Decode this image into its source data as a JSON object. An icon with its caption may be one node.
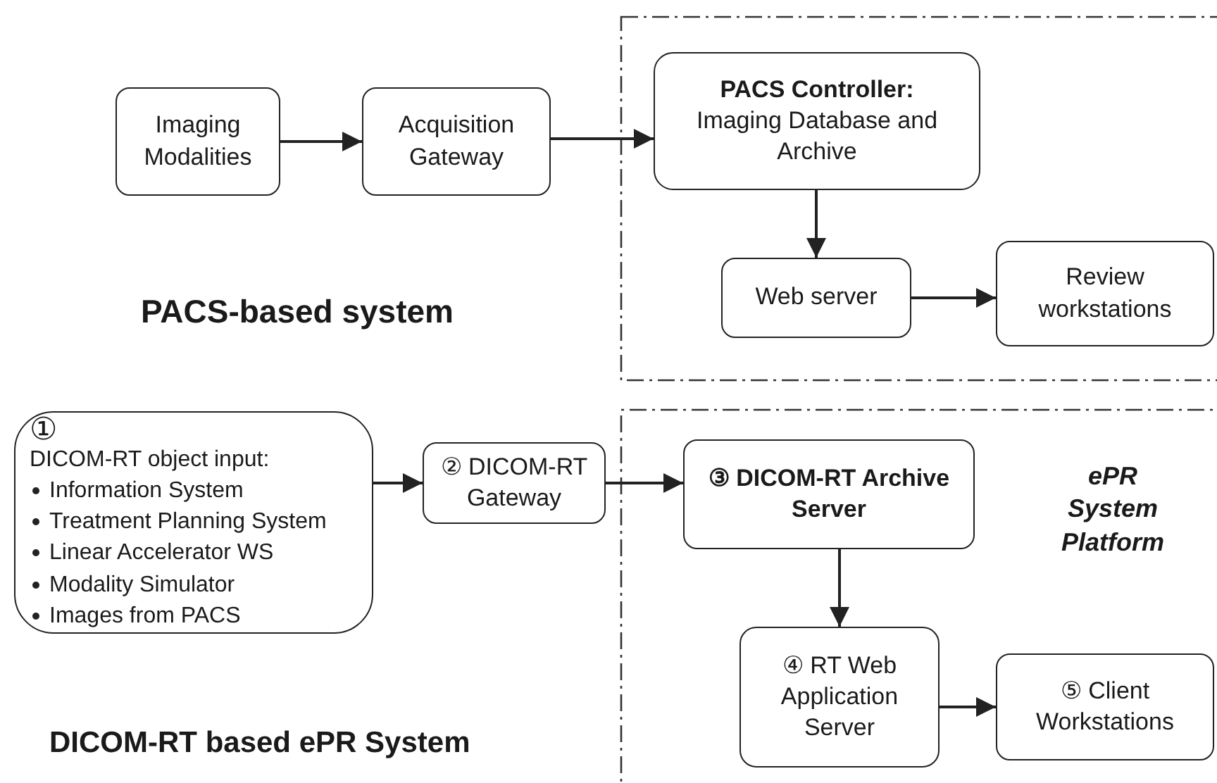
{
  "diagram": {
    "nodes": [
      {
        "text": [
          "Imaging Modalities"
        ]
      },
      {
        "text": [
          "Acquisition Gateway"
        ]
      },
      {
        "text": [],
        "shape": "box"
      },
      {
        "text": [
          "PACS Controller:",
          "Imaging Database and Archive"
        ],
        "in": 2
      },
      {
        "text": [
          "Web server"
        ],
        "in": 2
      },
      {
        "text": [
          "Review workstations"
        ],
        "in": 2
      },
      {
        "text": [
          "①",
          "DICOM-RT object input:",
          "Information System",
          "Treatment Planning System",
          "Linear Accelerator WS",
          "Modality Simulator",
          "Images from PACS"
        ]
      },
      {
        "text": [
          "② DICOM-RT Gateway"
        ]
      },
      {
        "text": [
          "ePR System Platform"
        ]
      },
      {
        "text": [
          "③ DICOM-RT Archive Server"
        ],
        "in": 8
      },
      {
        "text": [
          "④ RT Web Application Server"
        ],
        "in": 8
      },
      {
        "text": [
          "⑤ Client Workstations"
        ],
        "in": 8
      }
    ],
    "edges": [
      {
        "from": 0,
        "to": 1,
        "arrow": "to"
      },
      {
        "from": 1,
        "to": 3,
        "arrow": "to"
      },
      {
        "from": 3,
        "to": 4,
        "arrow": "to"
      },
      {
        "from": 4,
        "to": 5,
        "arrow": "to"
      },
      {
        "from": 6,
        "to": 7,
        "arrow": "to"
      },
      {
        "from": 7,
        "to": 9,
        "arrow": "to"
      },
      {
        "from": 9,
        "to": 10,
        "arrow": "to"
      },
      {
        "from": 10,
        "to": 11,
        "arrow": "to"
      }
    ],
    "labels": [
      "PACS-based system",
      "DICOM-RT based ePR System"
    ]
  }
}
